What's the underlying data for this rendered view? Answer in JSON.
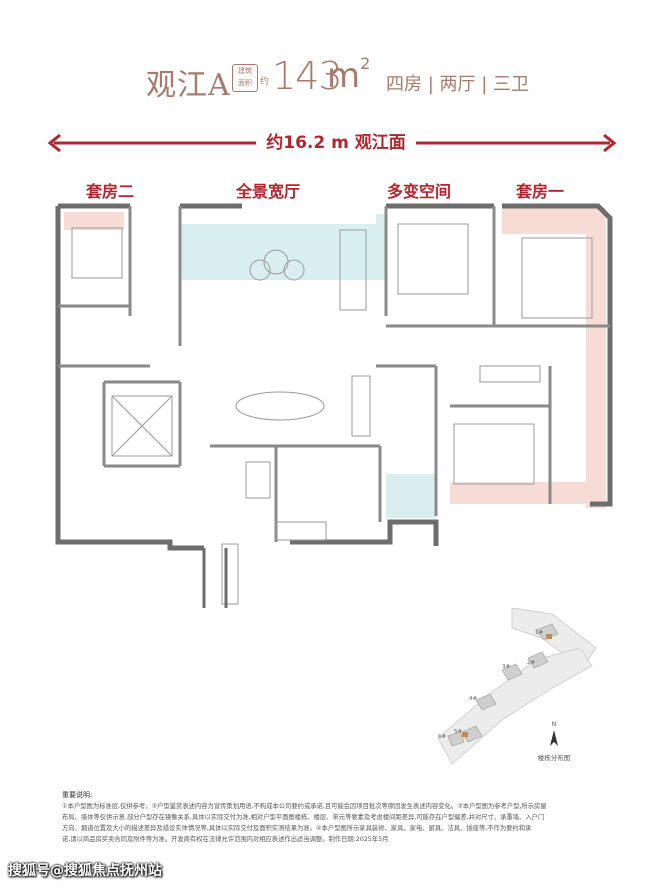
{
  "header": {
    "title": "观江A",
    "area_tag_line1": "建筑",
    "area_tag_line2": "面积",
    "area_approx": "约",
    "area_number": "143",
    "area_unit": "m",
    "area_unit_sup": "2",
    "room_summary": "四房 | 两厅 | 三卫"
  },
  "frontage": {
    "label": "约16.2 m 观江面"
  },
  "room_labels": {
    "suite_two": "套房二",
    "living": "全景宽厅",
    "flex_space": "多变空间",
    "suite_one": "套房一"
  },
  "sitemap": {
    "caption": "楼栋分布图",
    "north": "N",
    "buildings": [
      "1#",
      "2#",
      "3#",
      "4#",
      "5#",
      "6#"
    ]
  },
  "notes": {
    "heading": "重要说明:",
    "lines": [
      "①本户型图为标准层,仅供参考。②户型鉴赏表述内容为宣传策划用语,不构成本公司要约或承诺,且可能会因项目批次等原因发生表述内容变化。③本户型图为参考户型,所示房屋",
      "布局、墙体等仅供示意,部分户型存在镜像关系,具体以实际交付为准,相对户型平面图楼栋、楼层、单元等要素及考虑楼间距差异,可能存在户型偏差,并对尺寸、承重墙、入户门",
      "方向、烟道位置及大小的描述差异及措设实体情况等,具体以实际交付及面积实测结果为准。④本户型图所示家具装修、家具、家电、厨具、洁具、插座等,不作为要约和承",
      "诺,请以商品房买卖合同及附件等为准。开发商有权在法律允许范围内对相应表述作出适当调整。制作日期:2025年5月"
    ]
  },
  "watermark": "搜狐号@搜狐焦点抚州站",
  "colors": {
    "accent_red": "#b4252d",
    "title_brown": "#a77a6c",
    "living_zone": "#d9efef",
    "suite_zone": "#f7dcd6"
  }
}
